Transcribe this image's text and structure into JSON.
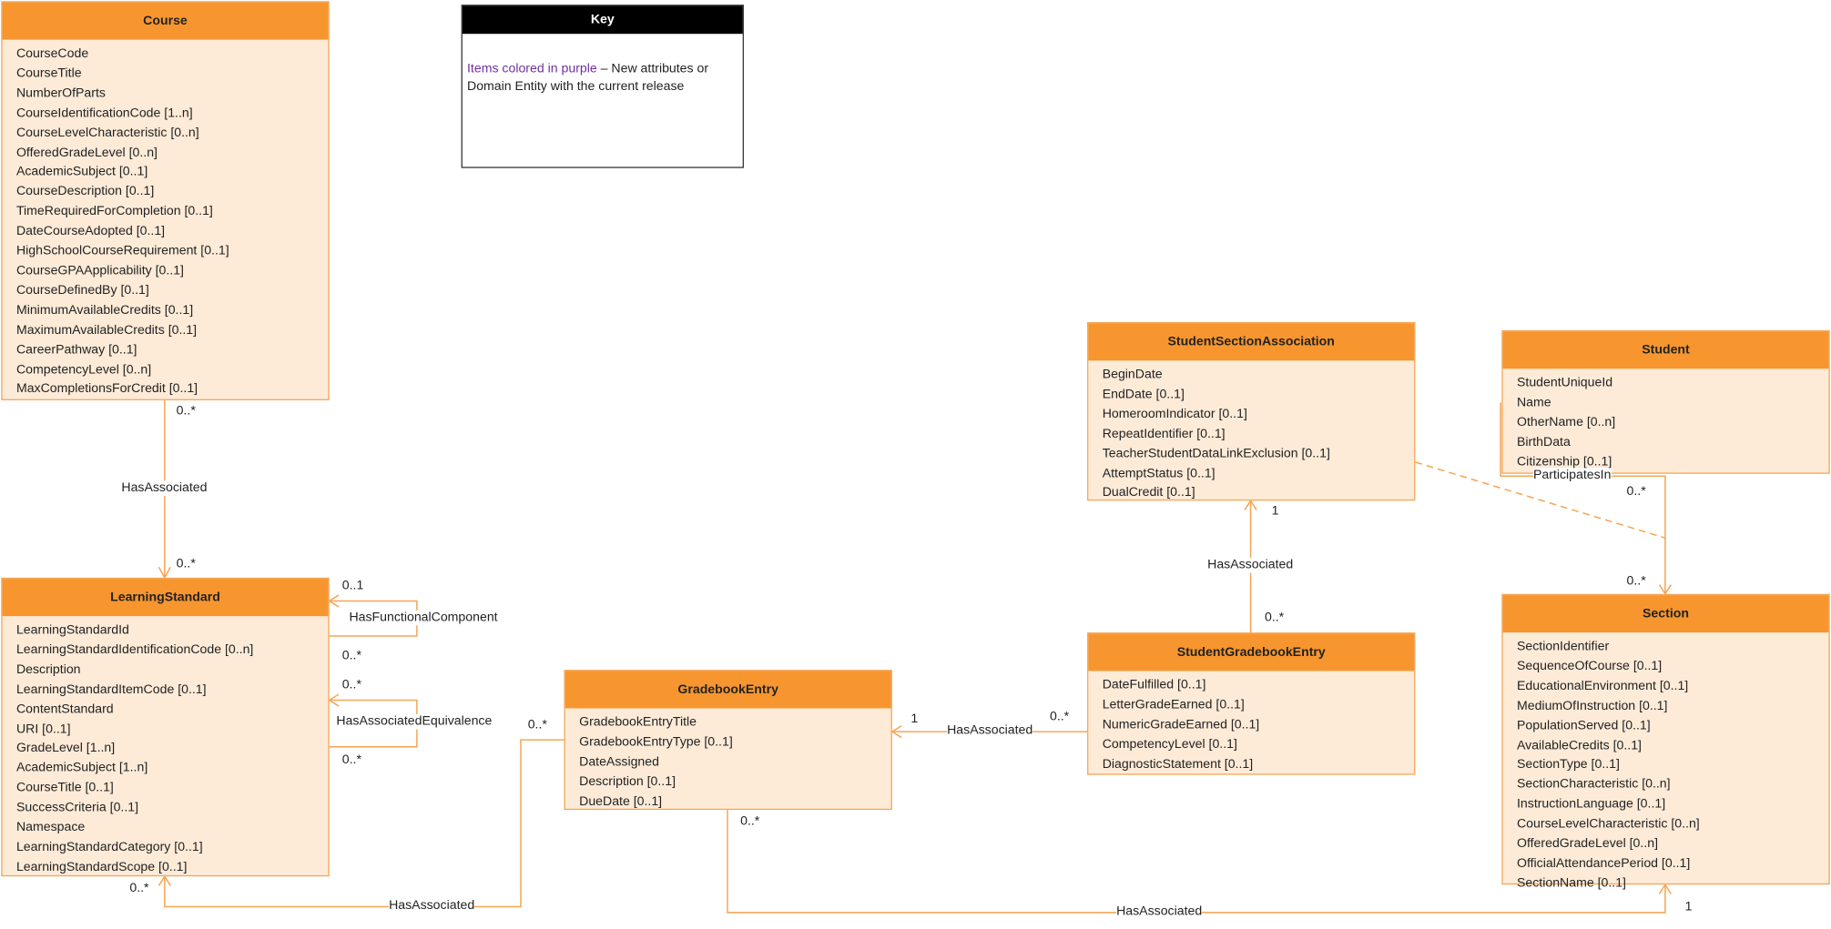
{
  "key": {
    "title": "Key",
    "purple_text": "Items colored in purple",
    "rest_text": " – New attributes or Domain Entity with the current release"
  },
  "entities": {
    "course": {
      "title": "Course",
      "attributes": [
        "CourseCode",
        "CourseTitle",
        "NumberOfParts",
        "CourseIdentificationCode [1..n]",
        "CourseLevelCharacteristic [0..n]",
        "OfferedGradeLevel [0..n]",
        "AcademicSubject [0..1]",
        "CourseDescription [0..1]",
        "TimeRequiredForCompletion [0..1]",
        "DateCourseAdopted [0..1]",
        "HighSchoolCourseRequirement [0..1]",
        "CourseGPAApplicability [0..1]",
        "CourseDefinedBy [0..1]",
        "MinimumAvailableCredits [0..1]",
        "MaximumAvailableCredits [0..1]",
        "CareerPathway [0..1]",
        "CompetencyLevel [0..n]",
        "MaxCompletionsForCredit [0..1]"
      ]
    },
    "learning_standard": {
      "title": "LearningStandard",
      "attributes": [
        "LearningStandardId",
        "LearningStandardIdentificationCode [0..n]",
        "Description",
        "LearningStandardItemCode [0..1]",
        "ContentStandard",
        "URI [0..1]",
        "GradeLevel [1..n]",
        "AcademicSubject [1..n]",
        "CourseTitle [0..1]",
        "SuccessCriteria [0..1]",
        "Namespace",
        "LearningStandardCategory [0..1]",
        "LearningStandardScope [0..1]"
      ]
    },
    "gradebook_entry": {
      "title": "GradebookEntry",
      "attributes": [
        "GradebookEntryTitle",
        "GradebookEntryType [0..1]",
        "DateAssigned",
        "Description [0..1]",
        "DueDate [0..1]"
      ]
    },
    "student_section_association": {
      "title": "StudentSectionAssociation",
      "attributes": [
        "BeginDate",
        "EndDate [0..1]",
        "HomeroomIndicator [0..1]",
        "RepeatIdentifier [0..1]",
        "TeacherStudentDataLinkExclusion [0..1]",
        "AttemptStatus [0..1]",
        "DualCredit [0..1]"
      ]
    },
    "student_gradebook_entry": {
      "title": "StudentGradebookEntry",
      "attributes": [
        "DateFulfilled [0..1]",
        "LetterGradeEarned [0..1]",
        "NumericGradeEarned [0..1]",
        "CompetencyLevel [0..1]",
        "DiagnosticStatement [0..1]"
      ]
    },
    "student": {
      "title": "Student",
      "attributes": [
        "StudentUniqueId",
        "Name",
        "OtherName [0..n]",
        "BirthData",
        "Citizenship [0..1]"
      ]
    },
    "section": {
      "title": "Section",
      "attributes": [
        "SectionIdentifier",
        "SequenceOfCourse [0..1]",
        "EducationalEnvironment [0..1]",
        "MediumOfInstruction [0..1]",
        "PopulationServed [0..1]",
        "AvailableCredits [0..1]",
        "SectionType [0..1]",
        "SectionCharacteristic  [0..n]",
        "InstructionLanguage [0..1]",
        "CourseLevelCharacteristic [0..n]",
        "OfferedGradeLevel [0..n]",
        "OfficialAttendancePeriod [0..1]",
        "SectionName [0..1]"
      ]
    }
  },
  "relationships": {
    "course_ls": {
      "label": "HasAssociated",
      "from_card": "0..*",
      "to_card": "0..*"
    },
    "ls_functional": {
      "label": "HasFunctionalComponent",
      "card_a": "0..1",
      "card_b": "0..*"
    },
    "ls_equivalence": {
      "label": "HasAssociatedEquivalence",
      "card_a": "0..*",
      "card_b": "0..*"
    },
    "gbe_ls": {
      "label": "HasAssociated",
      "gbe_card": "0..*",
      "ls_card": "0..*"
    },
    "sgbe_gbe": {
      "label": "HasAssociated",
      "gbe_card": "1",
      "sgbe_card": "0..*"
    },
    "sgbe_ssa": {
      "label": "HasAssociated",
      "ssa_card": "1",
      "sgbe_card": "0..*"
    },
    "student_section": {
      "label": "ParticipatesIn",
      "student_card": "0..*",
      "section_card": "0..*"
    },
    "gbe_section": {
      "label": "HasAssociated",
      "gbe_card": "0..*",
      "section_card": "1"
    }
  }
}
